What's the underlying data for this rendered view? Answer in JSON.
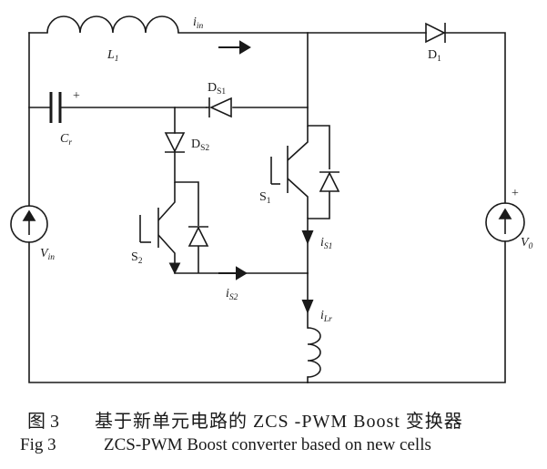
{
  "labels": {
    "L1": {
      "main": "L",
      "sub": "1"
    },
    "Cr": {
      "main": "C",
      "sub": "r"
    },
    "Vin": {
      "main": "V",
      "sub": "in"
    },
    "DS1": {
      "main": "D",
      "sub": "S1"
    },
    "DS2": {
      "main": "D",
      "sub": "S2"
    },
    "S1": {
      "main": "S",
      "sub": "1"
    },
    "S2": {
      "main": "S",
      "sub": "2"
    },
    "D1": {
      "main": "D",
      "sub": "1"
    },
    "V0": {
      "main": "V",
      "sub": "0"
    },
    "iin": {
      "main": "i",
      "sub": "in"
    },
    "iS1": {
      "main": "i",
      "sub": "S1"
    },
    "iS2": {
      "main": "i",
      "sub": "S2"
    },
    "iLr": {
      "main": "i",
      "sub": "Lr"
    },
    "cap_plus": "+",
    "v0_plus": "+"
  },
  "caption": {
    "cn_number": "图 3",
    "cn_text": "基于新单元电路的 ZCS -PWM Boost 变换器",
    "en_number": "Fig 3",
    "en_text": "ZCS-PWM Boost converter based on new cells"
  }
}
